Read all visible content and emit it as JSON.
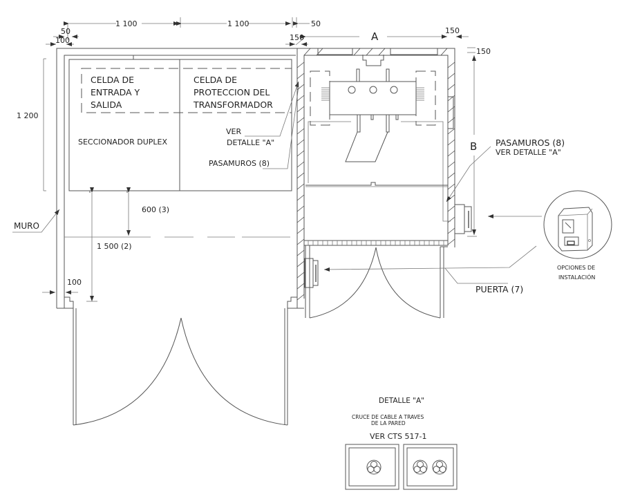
{
  "dimensions": {
    "top_left_1": "1 100",
    "top_left_2": "1 100",
    "top_50_left": "50",
    "top_100_left": "100",
    "top_50_right": "50",
    "top_150_wall": "150",
    "top_A": "A",
    "top_150_right": "150",
    "right_150": "150",
    "right_B": "B",
    "left_1200": "1 200",
    "dim_600": "600 (3)",
    "dim_1500": "1 500 (2)",
    "dim_100_bottom": "100"
  },
  "labels": {
    "celda_entrada": [
      "CELDA DE",
      "ENTRADA Y",
      "SALIDA"
    ],
    "celda_proteccion": [
      "CELDA DE",
      "PROTECCION DEL",
      "TRANSFORMADOR"
    ],
    "seccionador": "SECCIONADOR DUPLEX",
    "ver_detalle": [
      "VER",
      "DETALLE \"A\""
    ],
    "pasamuros_left": "PASAMUROS (8)",
    "muro": "MURO",
    "pasamuros_right": "PASAMUROS (8)",
    "pasamuros_right_sub": "VER DETALLE \"A\"",
    "opciones": [
      "OPCIONES DE",
      "INSTALACIÓN"
    ],
    "puerta": "PUERTA (7)"
  },
  "detail": {
    "title": "DETALLE \"A\"",
    "subtitle": [
      "CRUCE  DE  CABLE  A  TRAVES",
      "DE  LA  PARED"
    ],
    "reference": "VER CTS 517-1"
  },
  "colors": {
    "line": "#555555",
    "text": "#222222",
    "background": "#ffffff"
  }
}
